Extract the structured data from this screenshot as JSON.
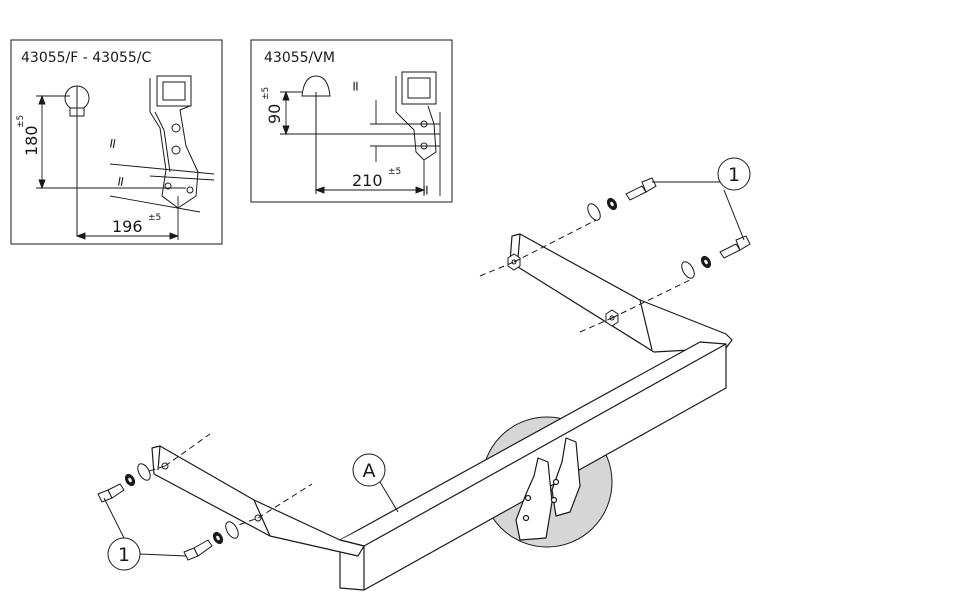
{
  "detail_left": {
    "title": "43055/F - 43055/C",
    "height_value": "180",
    "height_tol": "±5",
    "horizontal_value": "196",
    "horizontal_tol": "±5",
    "parallel_mark_1": "=",
    "parallel_mark_2": "="
  },
  "detail_right": {
    "title": "43055/VM",
    "height_value": "90",
    "height_tol": "±5",
    "horizontal_value": "210",
    "horizontal_tol": "±5",
    "parallel_mark_1": "=",
    "parallel_mark_2": "="
  },
  "callouts": {
    "bolt_top": "1",
    "bolt_bottom": "1",
    "crossbar": "A"
  },
  "colors": {
    "line": "#1a1a1a",
    "highlight_circle": "#d6d6d6",
    "background": "#ffffff"
  }
}
